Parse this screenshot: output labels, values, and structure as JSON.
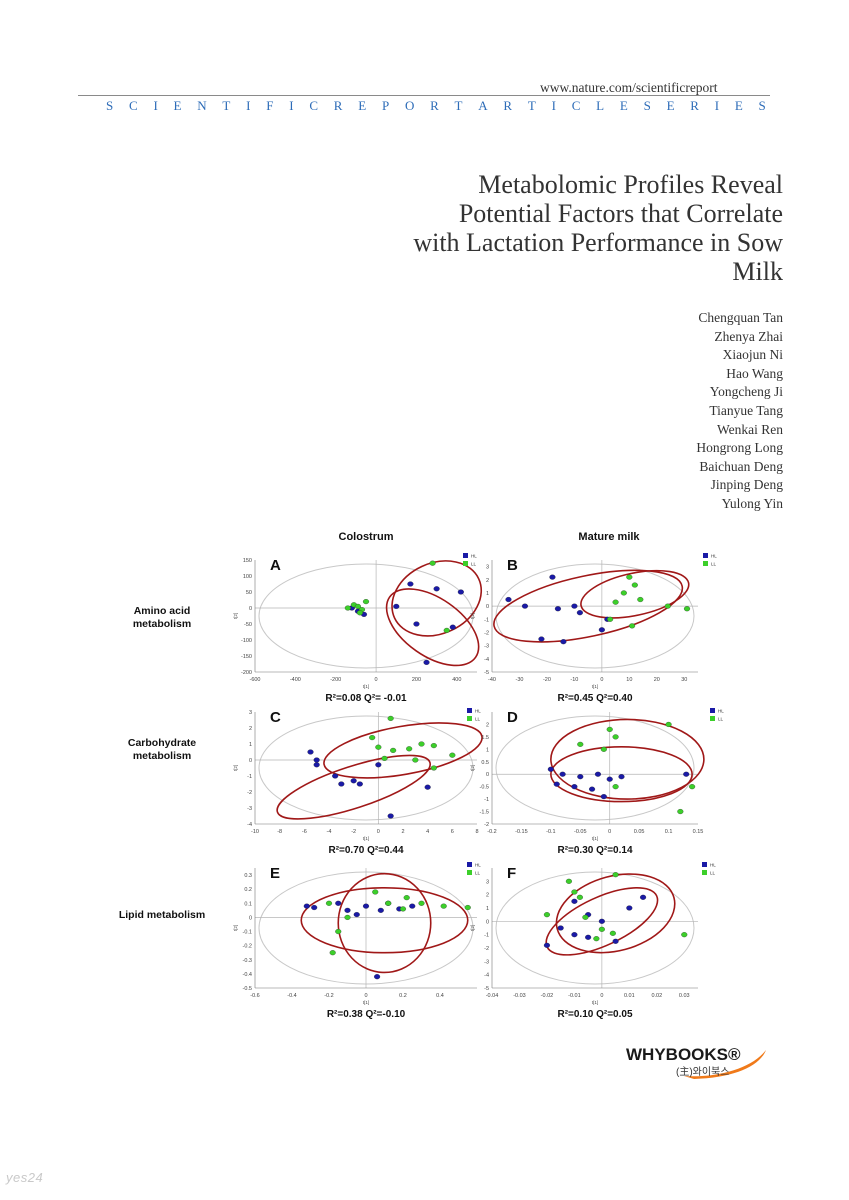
{
  "header": {
    "url": "www.nature.com/scientificreport",
    "series_text": "SCIENTIFICREPORTARTICLESERIES"
  },
  "title": "Metabolomic Profiles Reveal Potential Factors that Correlate with Lactation Performance in Sow Milk",
  "title_lines": [
    "Metabolomic Profiles Reveal",
    "Potential Factors that Correlate",
    "with Lactation Performance in Sow",
    "Milk"
  ],
  "authors": [
    "Chengquan Tan",
    "Zhenya Zhai",
    "Xiaojun Ni",
    "Hao Wang",
    "Yongcheng Ji",
    "Tianyue Tang",
    "Wenkai Ren",
    "Hongrong Long",
    "Baichuan Deng",
    "Jinping Deng",
    "Yulong Yin"
  ],
  "figure": {
    "column_headers": [
      "Colostrum",
      "Mature milk"
    ],
    "row_labels": [
      [
        "Amino acid",
        "metabolism"
      ],
      [
        "Carbohydrate",
        "metabolism"
      ],
      [
        "Lipid metabolism"
      ]
    ],
    "legend": [
      "HL",
      "LL"
    ],
    "colors": {
      "HL": "#1a1aa6",
      "LL": "#3ccf2a",
      "ellipse": "#a01818",
      "confidence": "#c8c8c8"
    }
  },
  "chart_data": [
    {
      "type": "scatter",
      "panel": "A",
      "stats": "R²=0.08 Q²= -0.01",
      "xlim": [
        -600,
        500
      ],
      "ylim": [
        -200,
        150
      ],
      "xticks": [
        -600,
        -400,
        -200,
        0,
        200,
        400
      ],
      "yticks": [
        150,
        100,
        50,
        0,
        -50,
        -100,
        -150,
        -200
      ],
      "xlabel": "t[1]",
      "ylabel": "t[2]",
      "series": [
        {
          "name": "HL",
          "x": [
            170,
            300,
            420,
            100,
            200,
            380,
            250,
            -120,
            -90,
            -60
          ],
          "y": [
            75,
            60,
            50,
            5,
            -50,
            -60,
            -170,
            0,
            -10,
            -20
          ]
        },
        {
          "name": "LL",
          "x": [
            280,
            350,
            -140,
            -110,
            -90,
            -70,
            -50,
            -80
          ],
          "y": [
            140,
            -70,
            0,
            10,
            5,
            -5,
            20,
            -15
          ]
        }
      ]
    },
    {
      "type": "scatter",
      "panel": "B",
      "stats": "R²=0.45 Q²=0.40",
      "xlim": [
        -40,
        35
      ],
      "ylim": [
        -5,
        3.5
      ],
      "xticks": [
        -40,
        -30,
        -20,
        -10,
        0,
        10,
        20,
        30
      ],
      "yticks": [
        3,
        2,
        1,
        0,
        -1,
        -2,
        -3,
        -4,
        -5
      ],
      "xlabel": "t[1]",
      "ylabel": "t[2]",
      "series": [
        {
          "name": "HL",
          "x": [
            -18,
            -34,
            -28,
            -16,
            -8,
            -10,
            2,
            0,
            -22,
            -14
          ],
          "y": [
            2.2,
            0.5,
            0,
            -0.2,
            -0.5,
            0,
            -1,
            -1.8,
            -2.5,
            -2.7
          ]
        },
        {
          "name": "LL",
          "x": [
            10,
            12,
            8,
            14,
            24,
            31,
            5,
            3,
            11
          ],
          "y": [
            2.2,
            1.6,
            1.0,
            0.5,
            0,
            -0.2,
            0.3,
            -1,
            -1.5
          ]
        }
      ]
    },
    {
      "type": "scatter",
      "panel": "C",
      "stats": "R²=0.70 Q²=0.44",
      "xlim": [
        -10,
        8
      ],
      "ylim": [
        -4,
        3
      ],
      "xticks": [
        -10,
        -8,
        -6,
        -4,
        -2,
        0,
        2,
        4,
        6,
        8
      ],
      "yticks": [
        3,
        2,
        1,
        0,
        -1,
        -2,
        -3,
        -4
      ],
      "xlabel": "t[1]",
      "ylabel": "t[2]",
      "series": [
        {
          "name": "HL",
          "x": [
            -5.5,
            -5,
            -5,
            -3.5,
            -3,
            -2,
            -1.5,
            0,
            1,
            4
          ],
          "y": [
            0.5,
            0,
            -0.3,
            -1,
            -1.5,
            -1.3,
            -1.5,
            -0.3,
            -3.5,
            -1.7
          ]
        },
        {
          "name": "LL",
          "x": [
            1,
            -0.5,
            0,
            1.2,
            2.5,
            3.5,
            4.5,
            6,
            3,
            4.5,
            0.5
          ],
          "y": [
            2.6,
            1.4,
            0.8,
            0.6,
            0.7,
            1.0,
            0.9,
            0.3,
            0,
            -0.5,
            0.1
          ]
        }
      ]
    },
    {
      "type": "scatter",
      "panel": "D",
      "stats": "R²=0.30 Q²=0.14",
      "xlim": [
        -0.2,
        0.15
      ],
      "ylim": [
        -2,
        2.5
      ],
      "xticks": [
        -0.2,
        -0.15,
        -0.1,
        -0.05,
        0,
        0.05,
        0.1,
        0.15
      ],
      "yticks": [
        2,
        1.5,
        1,
        0.5,
        0,
        -0.5,
        -1,
        -1.5,
        -2
      ],
      "xlabel": "t[1]",
      "ylabel": "t[2]",
      "series": [
        {
          "name": "HL",
          "x": [
            -0.1,
            -0.08,
            -0.05,
            -0.02,
            0,
            -0.09,
            -0.06,
            -0.03,
            -0.01,
            0.02,
            0.13
          ],
          "y": [
            0.2,
            0,
            -0.1,
            0,
            -0.2,
            -0.4,
            -0.5,
            -0.6,
            -0.9,
            -0.1,
            0
          ]
        },
        {
          "name": "LL",
          "x": [
            0.1,
            0,
            0.01,
            -0.05,
            -0.01,
            0.01,
            0.14,
            0.12
          ],
          "y": [
            2.0,
            1.8,
            1.5,
            1.2,
            1.0,
            -0.5,
            -0.5,
            -1.5
          ]
        }
      ]
    },
    {
      "type": "scatter",
      "panel": "E",
      "stats": "R²=0.38 Q²=-0.10",
      "xlim": [
        -0.6,
        0.6
      ],
      "ylim": [
        -0.5,
        0.35
      ],
      "xticks": [
        -0.6,
        -0.4,
        -0.2,
        0,
        0.2,
        0.4
      ],
      "yticks": [
        0.3,
        0.2,
        0.1,
        0,
        -0.1,
        -0.2,
        -0.3,
        -0.4,
        -0.5
      ],
      "xlabel": "t[1]",
      "ylabel": "t[2]",
      "series": [
        {
          "name": "HL",
          "x": [
            -0.32,
            -0.28,
            -0.15,
            -0.1,
            -0.05,
            0,
            0.08,
            0.12,
            0.18,
            0.25,
            0.06
          ],
          "y": [
            0.08,
            0.07,
            0.1,
            0.05,
            0.02,
            0.08,
            0.05,
            0.1,
            0.06,
            0.08,
            -0.42
          ]
        },
        {
          "name": "LL",
          "x": [
            -0.2,
            -0.1,
            0.05,
            0.12,
            0.2,
            0.3,
            0.42,
            0.55,
            -0.15,
            -0.18,
            0.22
          ],
          "y": [
            0.1,
            0.0,
            0.18,
            0.1,
            0.06,
            0.1,
            0.08,
            0.07,
            -0.1,
            -0.25,
            0.14
          ]
        }
      ]
    },
    {
      "type": "scatter",
      "panel": "F",
      "stats": "R²=0.10 Q²=0.05",
      "xlim": [
        -0.04,
        0.035
      ],
      "ylim": [
        -5,
        4
      ],
      "xticks": [
        -0.04,
        -0.03,
        -0.02,
        -0.01,
        0,
        0.01,
        0.02,
        0.03
      ],
      "yticks": [
        3,
        2,
        1,
        0,
        -1,
        -2,
        -3,
        -4,
        -5
      ],
      "xlabel": "t[1]",
      "ylabel": "t[2]",
      "series": [
        {
          "name": "HL",
          "x": [
            -0.01,
            -0.005,
            0,
            0.01,
            0.015,
            -0.015,
            -0.01,
            -0.005,
            0.005,
            -0.02
          ],
          "y": [
            1.5,
            0.5,
            0,
            1.0,
            1.8,
            -0.5,
            -1.0,
            -1.2,
            -1.5,
            -1.8
          ]
        },
        {
          "name": "LL",
          "x": [
            -0.02,
            -0.012,
            -0.008,
            0.005,
            -0.006,
            0.0,
            0.004,
            0.03,
            -0.01,
            -0.002
          ],
          "y": [
            0.5,
            3.0,
            1.8,
            3.5,
            0.3,
            -0.6,
            -0.9,
            -1.0,
            2.2,
            -1.3
          ]
        }
      ]
    }
  ],
  "publisher": {
    "name": "WHYBOOKS®",
    "sub": "(主)와이북스"
  },
  "watermark": "yes24"
}
